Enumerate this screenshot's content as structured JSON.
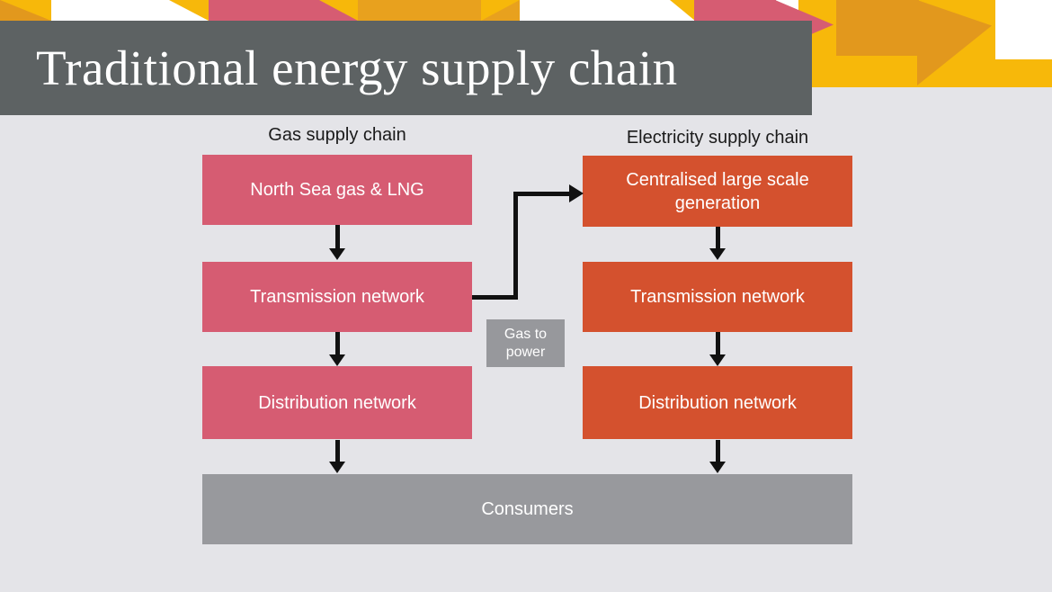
{
  "title": "Traditional energy supply chain",
  "headers": {
    "gas": "Gas supply chain",
    "electricity": "Electricity supply chain"
  },
  "gas_chain": {
    "boxes": [
      "North Sea gas & LNG",
      "Transmission network",
      "Distribution network"
    ]
  },
  "electricity_chain": {
    "boxes": [
      "Centralised large scale generation",
      "Transmission network",
      "Distribution network"
    ]
  },
  "connector": {
    "label": "Gas to power"
  },
  "consumers": {
    "label": "Consumers"
  },
  "colors": {
    "background": "#e4e4e8",
    "banner_gray": "#5d6263",
    "gas_pink": "#d65c72",
    "electricity_orange": "#d4512e",
    "neutral_gray": "#98999d",
    "accent_yellow": "#f7b80a",
    "accent_dark_yellow": "#e2981d",
    "accent_medium_yellow": "#e8a11e",
    "line_black": "#111111"
  }
}
